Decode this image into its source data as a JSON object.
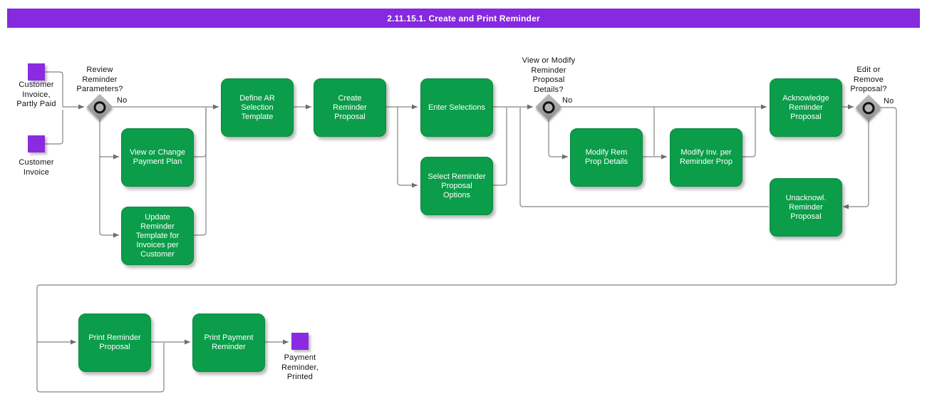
{
  "title_bar": {
    "text": "2.11.15.1. Create and Print Reminder"
  },
  "colors": {
    "title_bar": "#8629DF",
    "activity_green": "#0B9D4A",
    "event_purple": "#8A2BE2",
    "gateway_gray": "#9E9E9E",
    "connector_gray": "#808080",
    "text": "#111111"
  },
  "events": [
    {
      "name": "customer-invoice-partly-paid",
      "label": "Customer\nInvoice,\nPartly Paid"
    },
    {
      "name": "customer-invoice",
      "label": "Customer\nInvoice"
    },
    {
      "name": "payment-reminder-printed",
      "label": "Payment\nReminder,\nPrinted"
    }
  ],
  "gateways": [
    {
      "name": "review-reminder-parameters",
      "label": "Review\nReminder\nParameters?",
      "branch_label": "No"
    },
    {
      "name": "view-or-modify-reminder-proposal-details",
      "label": "View or Modify\nReminder\nProposal\nDetails?",
      "branch_label": "No"
    },
    {
      "name": "edit-or-remove-proposal",
      "label": "Edit or\nRemove\nProposal?",
      "branch_label": "No"
    }
  ],
  "activities": [
    {
      "name": "view-or-change-payment-plan",
      "label": "View or Change\nPayment Plan"
    },
    {
      "name": "update-reminder-template-for-invoices-per-customer",
      "label": "Update\nReminder\nTemplate for\nInvoices per\nCustomer"
    },
    {
      "name": "define-ar-selection-template",
      "label": "Define AR\nSelection\nTemplate"
    },
    {
      "name": "create-reminder-proposal",
      "label": "Create\nReminder\nProposal"
    },
    {
      "name": "enter-selections",
      "label": "Enter Selections"
    },
    {
      "name": "select-reminder-proposal-options",
      "label": "Select Reminder\nProposal\nOptions"
    },
    {
      "name": "modify-rem-prop-details",
      "label": "Modify Rem\nProp Details"
    },
    {
      "name": "modify-inv-per-reminder-prop",
      "label": "Modify Inv. per\nReminder Prop"
    },
    {
      "name": "acknowledge-reminder-proposal",
      "label": "Acknowledge\nReminder\nProposal"
    },
    {
      "name": "unacknowl-reminder-proposal",
      "label": "Unacknowl.\nReminder\nProposal"
    },
    {
      "name": "print-reminder-proposal",
      "label": "Print Reminder\nProposal"
    },
    {
      "name": "print-payment-reminder",
      "label": "Print Payment\nReminder"
    }
  ]
}
